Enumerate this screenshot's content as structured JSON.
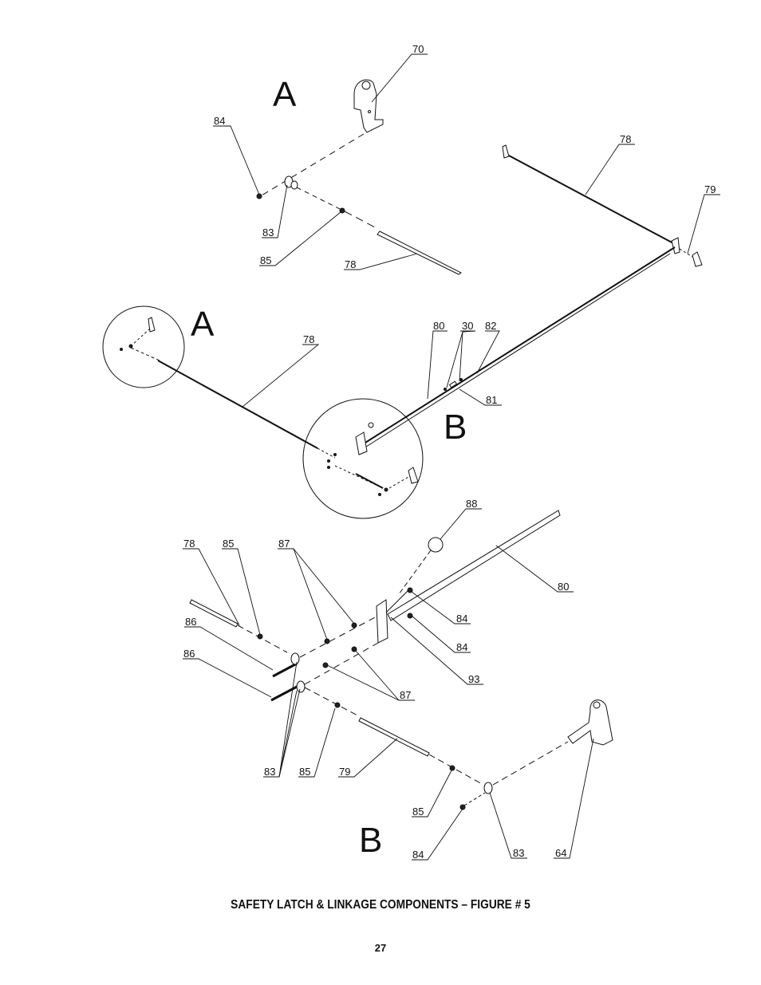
{
  "caption": "SAFETY LATCH & LINKAGE COMPONENTS – FIGURE # 5",
  "page_number": "27",
  "detail_letters": [
    "A",
    "A",
    "B",
    "B"
  ],
  "callouts": [
    "70",
    "84",
    "83",
    "85",
    "78",
    "78",
    "79",
    "78",
    "80",
    "30",
    "82",
    "81",
    "88",
    "80",
    "78",
    "85",
    "87",
    "84",
    "84",
    "93",
    "86",
    "86",
    "87",
    "83",
    "85",
    "79",
    "85",
    "84",
    "83",
    "64"
  ]
}
